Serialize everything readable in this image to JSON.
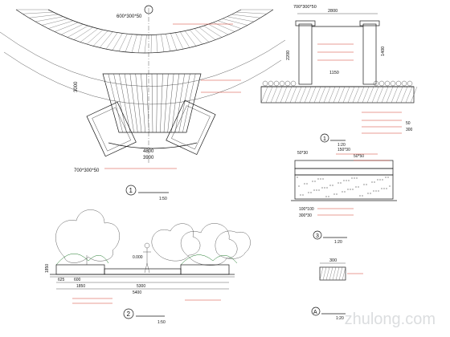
{
  "views": {
    "v1": {
      "num": "1",
      "scale": "1:50"
    },
    "v2": {
      "num": "2",
      "scale": "1:50"
    },
    "v3": {
      "num": "3",
      "scale": "1:20"
    },
    "sec1": {
      "num": "1",
      "scale": "1:20"
    },
    "detA": {
      "num": "A",
      "scale": "1:20"
    }
  },
  "dims": {
    "plan_top": "600*300*50",
    "plan_left": "3000",
    "plan_mid_h": "4800",
    "plan_mid_h2": "3900",
    "plan_bottom": "700*300*50",
    "sec_top": "700*300*50",
    "sec_w1": "2800",
    "sec_w2": "1150",
    "sec_h": "2200",
    "sec_side": "1400",
    "sec_s1": "50",
    "sec_s2": "300",
    "elev_h": "1850",
    "elev_w1": "625",
    "elev_w2": "600",
    "elev_w3": "5300",
    "elev_w4": "1850",
    "elev_w5": "5400",
    "elev_lv": "0.000",
    "det3_w": "50*30",
    "det3_w2": "150*30",
    "det3_w3": "50*50",
    "det3_b1": "100*100",
    "det3_b2": "300*30",
    "detA_w": "300"
  },
  "watermark": "zhulong.com",
  "colors": {
    "line": "#1a1a1a",
    "leader": "#d23a2a",
    "green": "#1f7a2a"
  }
}
